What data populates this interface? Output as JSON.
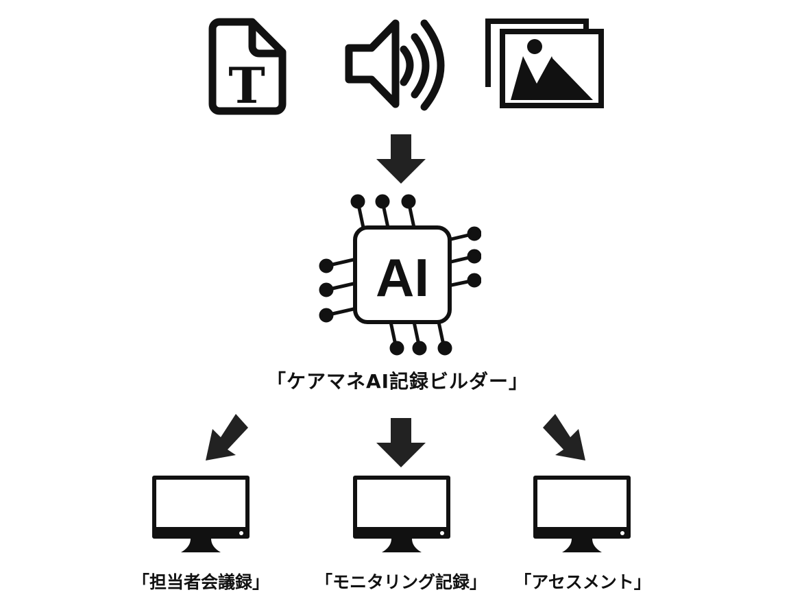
{
  "inputs": [
    {
      "icon": "text-document-icon",
      "glyph": "T"
    },
    {
      "icon": "speaker-audio-icon"
    },
    {
      "icon": "image-gallery-icon"
    }
  ],
  "processor": {
    "chip_text": "AI",
    "label": "「ケアマネAI記録ビルダー」"
  },
  "outputs": [
    {
      "label": "「担当者会議録」"
    },
    {
      "label": "「モニタリング記録」"
    },
    {
      "label": "「アセスメント」"
    }
  ],
  "colors": {
    "ink": "#111111",
    "arrow": "#222222",
    "background": "#ffffff"
  }
}
